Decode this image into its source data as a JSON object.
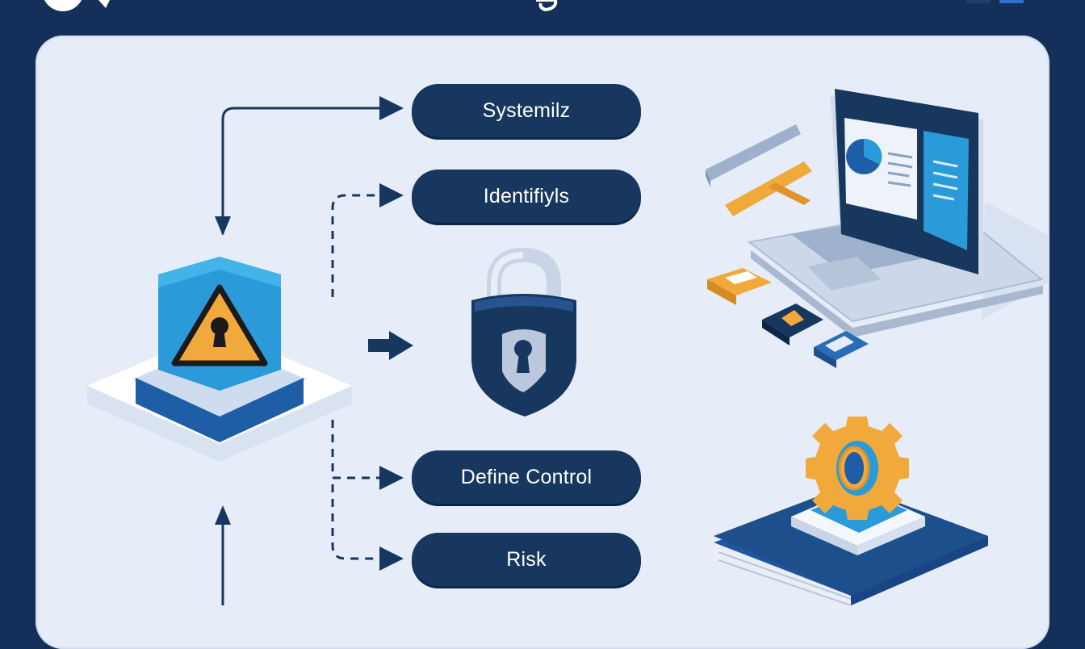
{
  "steps": [
    {
      "label": "Systemilz"
    },
    {
      "label": "Identifiyls"
    },
    {
      "label": "Define Control"
    },
    {
      "label": "Risk"
    }
  ],
  "icons": [
    "warning-keyhole-icon",
    "padlock-icon",
    "laptop-icon",
    "gear-icon",
    "book-icon"
  ],
  "colors": {
    "background": "#14305a",
    "panel": "#e6edf8",
    "pill": "#17375f",
    "accent_blue": "#2a9ad9",
    "accent_orange": "#f2a93b"
  }
}
